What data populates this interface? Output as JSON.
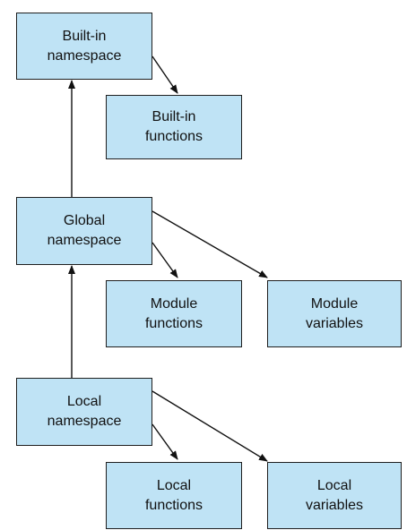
{
  "diagram": {
    "colors": {
      "node_fill": "#bfe3f5",
      "node_border": "#1f1f1f",
      "edge": "#111111",
      "text": "#111111"
    },
    "nodes": {
      "builtin_namespace": {
        "label": "Built-in\nnamespace"
      },
      "builtin_functions": {
        "label": "Built-in\nfunctions"
      },
      "global_namespace": {
        "label": "Global\nnamespace"
      },
      "module_functions": {
        "label": "Module\nfunctions"
      },
      "module_variables": {
        "label": "Module\nvariables"
      },
      "local_namespace": {
        "label": "Local\nnamespace"
      },
      "local_functions": {
        "label": "Local\nfunctions"
      },
      "local_variables": {
        "label": "Local\nvariables"
      }
    },
    "edges": [
      {
        "from": "builtin_namespace",
        "to": "builtin_functions"
      },
      {
        "from": "global_namespace",
        "to": "builtin_namespace"
      },
      {
        "from": "global_namespace",
        "to": "module_functions"
      },
      {
        "from": "global_namespace",
        "to": "module_variables"
      },
      {
        "from": "local_namespace",
        "to": "global_namespace"
      },
      {
        "from": "local_namespace",
        "to": "local_functions"
      },
      {
        "from": "local_namespace",
        "to": "local_variables"
      }
    ]
  }
}
